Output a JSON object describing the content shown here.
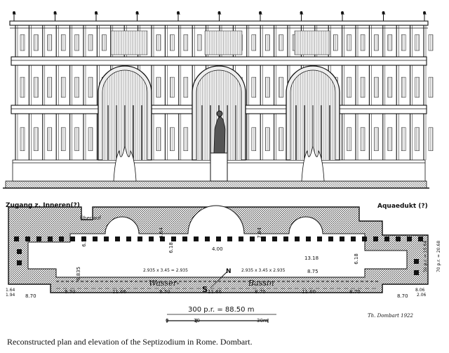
{
  "plan": {
    "entrance_label": "Zugang z. Inneren(?)",
    "overflow_label": "Überlauf",
    "aqueduct_label": "Aquaedukt (?)",
    "basin_word_1": "Wasser-",
    "basin_word_2": "Bassin",
    "north_marker": "N",
    "south_marker": "S",
    "dim_overall": "300 p.r. = 88.50 m",
    "scale_zero": "0",
    "scale_mid": "10",
    "scale_end": "30m",
    "signature": "Th. Dombart 1922",
    "dims_bottom": [
      "8.70",
      "8.70",
      "11.66",
      "8.70",
      "11.66",
      "8.70",
      "11.60",
      "8.70",
      "8.70"
    ],
    "dims_top": [
      "6.64",
      "7.64",
      "6.18",
      "4.00"
    ],
    "dims_misc": [
      "6.18",
      "13.18",
      "8.75",
      "6.18",
      "2.935 x 3.45 = 2.935",
      "2.935 x 3.45 x 2.935",
      "6.835",
      "50 p.r. = 15.64",
      "70 p.r. = 20.68",
      "8.06",
      "2.06",
      "1.64",
      "1.94"
    ]
  },
  "caption": "Reconstructed plan and elevation of the Septizodium in Rome. Dombart."
}
